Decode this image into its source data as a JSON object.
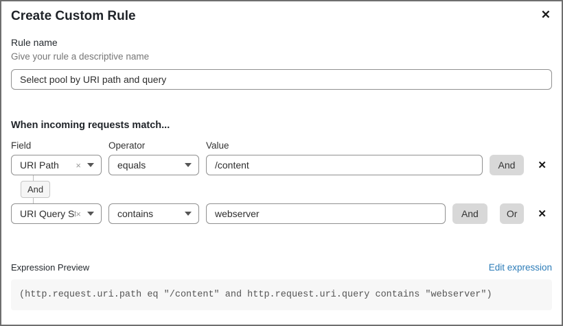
{
  "modal": {
    "title": "Create Custom Rule",
    "close_icon": "✕"
  },
  "rule_name": {
    "label": "Rule name",
    "hint": "Give your rule a descriptive name",
    "value": "Select pool by URI path and query"
  },
  "matcher": {
    "heading": "When incoming requests match...",
    "field_label": "Field",
    "operator_label": "Operator",
    "value_label": "Value",
    "and_label": "And",
    "or_label": "Or",
    "connector_label": "And",
    "remove_icon": "✕",
    "clear_icon": "×",
    "rows": [
      {
        "field": "URI Path",
        "operator": "equals",
        "value": "/content"
      },
      {
        "field": "URI Query St...",
        "operator": "contains",
        "value": "webserver"
      }
    ]
  },
  "expression_preview": {
    "label": "Expression Preview",
    "edit_link": "Edit expression",
    "code": "(http.request.uri.path eq \"/content\" and http.request.uri.query contains \"webserver\")"
  },
  "colors": {
    "link_blue": "#2c7cb8",
    "button_gray": "#d8d8d8",
    "code_background": "#f7f7f7",
    "border_gray": "#8f8f8f"
  }
}
